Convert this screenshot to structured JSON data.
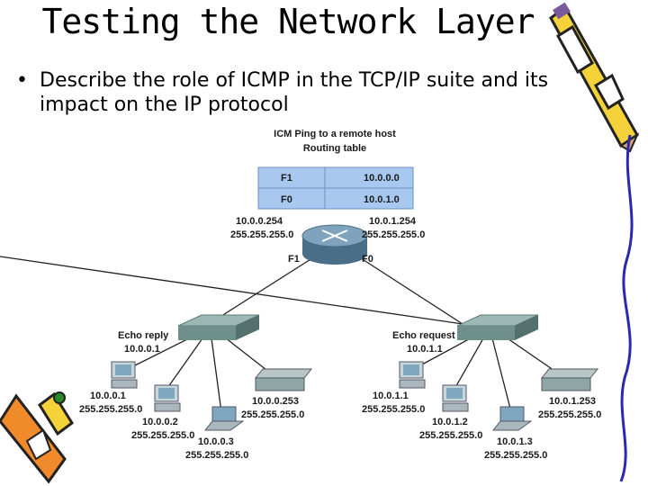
{
  "slide": {
    "title": "Testing the Network Layer",
    "bullet": "Describe the role of ICMP in the TCP/IP suite and its impact on the IP protocol"
  },
  "diagram": {
    "heading_line1": "ICM Ping to a remote host",
    "heading_line2": "Routing table",
    "routing_table": [
      {
        "interface": "F1",
        "network": "10.0.0.0"
      },
      {
        "interface": "F0",
        "network": "10.0.1.0"
      }
    ],
    "router": {
      "left_ip": "10.0.0.254",
      "left_mask": "255.255.255.0",
      "right_ip": "10.0.1.254",
      "right_mask": "255.255.255.0",
      "left_port": "F1",
      "right_port": "F0"
    },
    "left_switch": {
      "label": "Echo reply",
      "ip": "10.0.0.1"
    },
    "right_switch": {
      "label": "Echo request",
      "ip": "10.0.1.1"
    },
    "hosts": {
      "l1": {
        "ip": "10.0.0.1",
        "mask": "255.255.255.0"
      },
      "l2": {
        "ip": "10.0.0.2",
        "mask": "255.255.255.0"
      },
      "l3": {
        "ip": "10.0.0.3",
        "mask": "255.255.255.0"
      },
      "l4": {
        "ip": "10.0.0.253",
        "mask": "255.255.255.0"
      },
      "r1": {
        "ip": "10.0.1.1",
        "mask": "255.255.255.0"
      },
      "r2": {
        "ip": "10.0.1.2",
        "mask": "255.255.255.0"
      },
      "r3": {
        "ip": "10.0.1.3",
        "mask": "255.255.255.0"
      },
      "r4": {
        "ip": "10.0.1.253",
        "mask": "255.255.255.0"
      }
    }
  },
  "colors": {
    "table_fill": "#a8c8f0",
    "table_border": "#6e8fc0",
    "router": "#5a7f99",
    "switch": "#6f8f8c"
  }
}
